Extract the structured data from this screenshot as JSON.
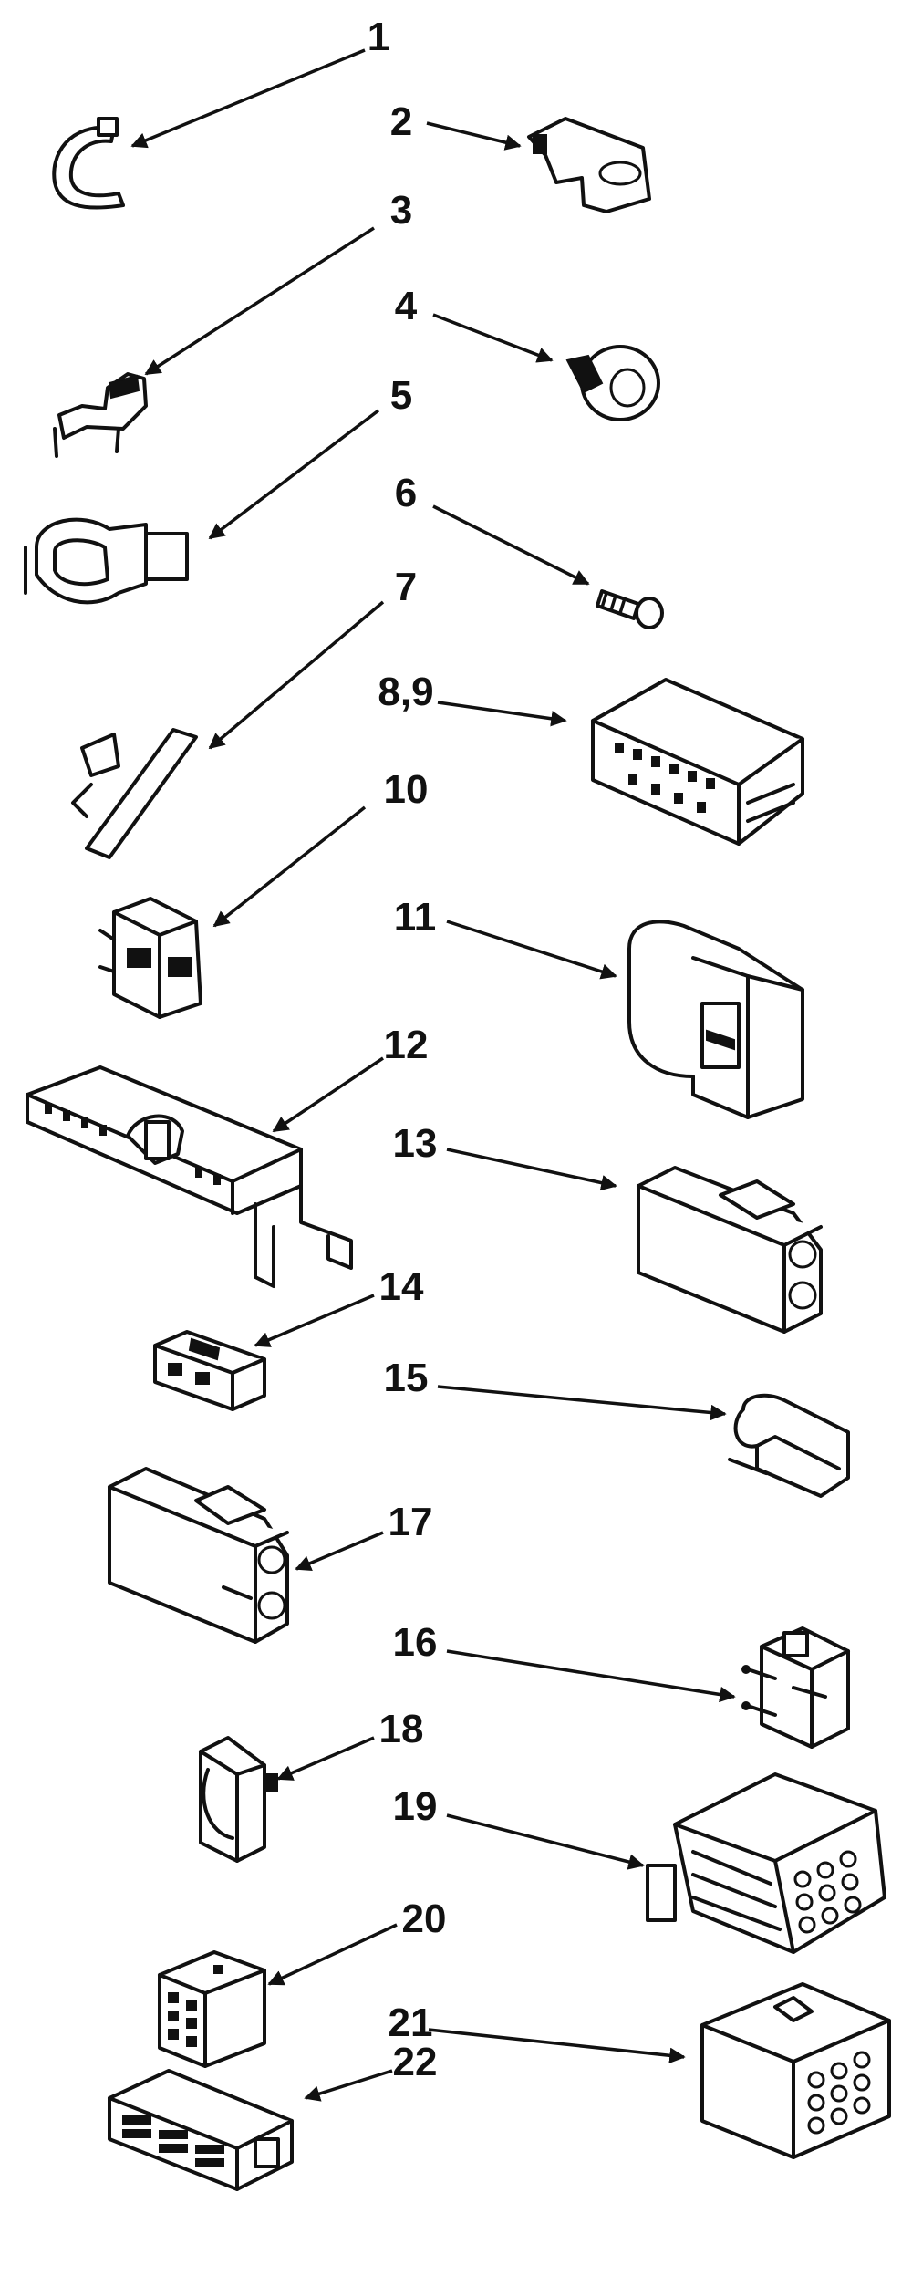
{
  "diagram": {
    "parts": [
      {
        "label": "1",
        "icon": "hose-clamp-icon"
      },
      {
        "label": "2",
        "icon": "wire-clip-icon"
      },
      {
        "label": "3",
        "icon": "spring-clip-icon"
      },
      {
        "label": "4",
        "icon": "grommet-icon"
      },
      {
        "label": "5",
        "icon": "cable-clamp-icon"
      },
      {
        "label": "6",
        "icon": "screw-icon"
      },
      {
        "label": "8,9",
        "icon": "terminal-block-icon"
      },
      {
        "label": "7",
        "icon": "retainer-clip-icon"
      },
      {
        "label": "10",
        "icon": "small-connector-icon"
      },
      {
        "label": "11",
        "icon": "connector-housing-icon"
      },
      {
        "label": "12",
        "icon": "terminal-strip-icon"
      },
      {
        "label": "13",
        "icon": "two-pin-connector-icon"
      },
      {
        "label": "14",
        "icon": "mini-connector-icon"
      },
      {
        "label": "15",
        "icon": "sleeve-icon"
      },
      {
        "label": "16",
        "icon": "two-pin-connector-icon"
      },
      {
        "label": "17",
        "icon": "pin-connector-icon"
      },
      {
        "label": "18",
        "icon": "bracket-clip-icon"
      },
      {
        "label": "19",
        "icon": "multi-pin-connector-icon"
      },
      {
        "label": "20",
        "icon": "six-pin-plug-icon"
      },
      {
        "label": "21",
        "icon": "nine-pin-plug-icon"
      },
      {
        "label": "22",
        "icon": "ribbon-connector-icon"
      }
    ]
  }
}
